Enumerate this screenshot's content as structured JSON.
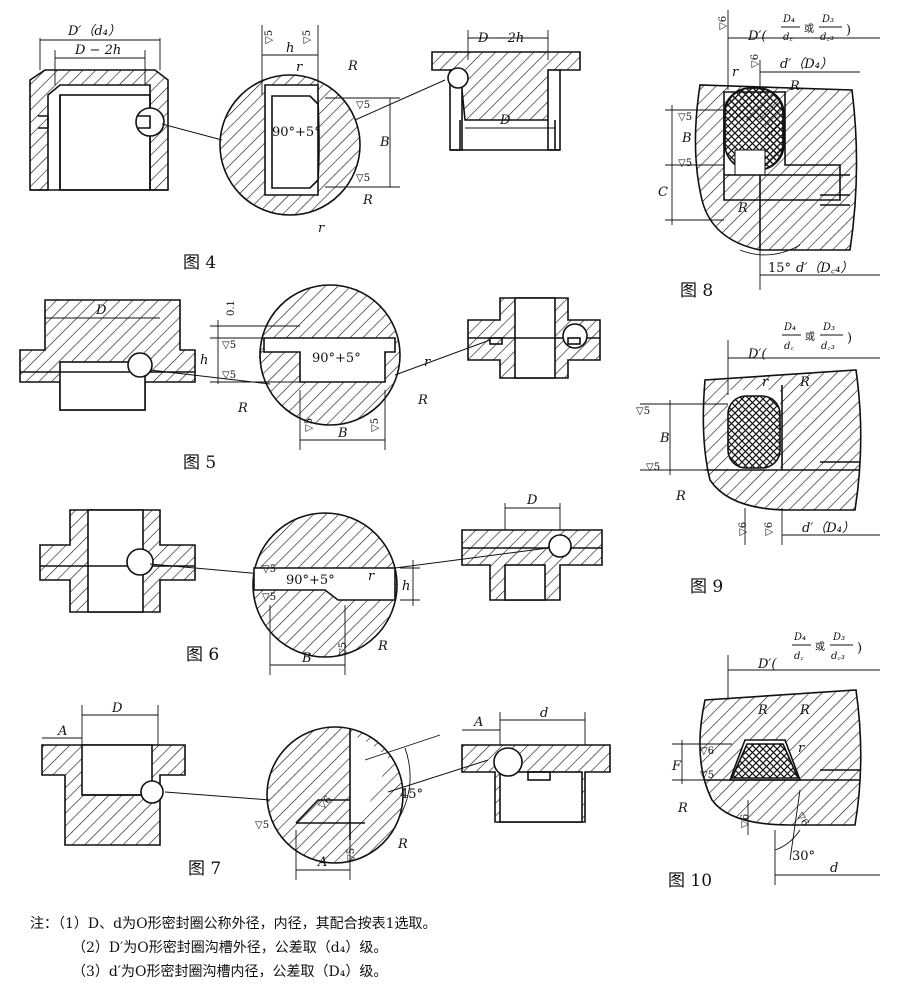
{
  "figures": {
    "f4": "图 4",
    "f5": "图 5",
    "f6": "图 6",
    "f7": "图 7",
    "f8": "图 8",
    "f9": "图 9",
    "f10": "图 10"
  },
  "labels": {
    "d_prime_d4": "D′（d₄）",
    "d_minus_2h": "D − 2h",
    "d_minus_2h_b": "D − 2h",
    "D": "D",
    "d": "d",
    "h": "h",
    "r": "r",
    "R": "R",
    "B": "B",
    "C": "C",
    "A": "A",
    "F": "F",
    "angle_90": "90°+5°",
    "angle_45": "45°",
    "angle_15": "15°",
    "angle_30": "30°",
    "tol_01": "0.1",
    "rough5": "▽5",
    "rough6": "▽6",
    "d_prime_D": "D′(",
    "d_prime_D_close": ")",
    "frac_D4": "D₄",
    "frac_dc": "d꜀",
    "frac_or": "或",
    "frac_D3": "D₃",
    "frac_dc3": "d꜀₃",
    "d_prime_small_D4": "d′（D₄）",
    "d_prime_Dc4": "d′（D꜀₄）"
  },
  "notes": {
    "n1": "注：（1）D、d为O形密封圈公称外径，内径，其配合按表1选取。",
    "n2": "（2）D′为O形密封圈沟槽外径，公差取（d₄）级。",
    "n3": "（3）d′为O形密封圈沟槽内径，公差取（D₄）级。"
  }
}
